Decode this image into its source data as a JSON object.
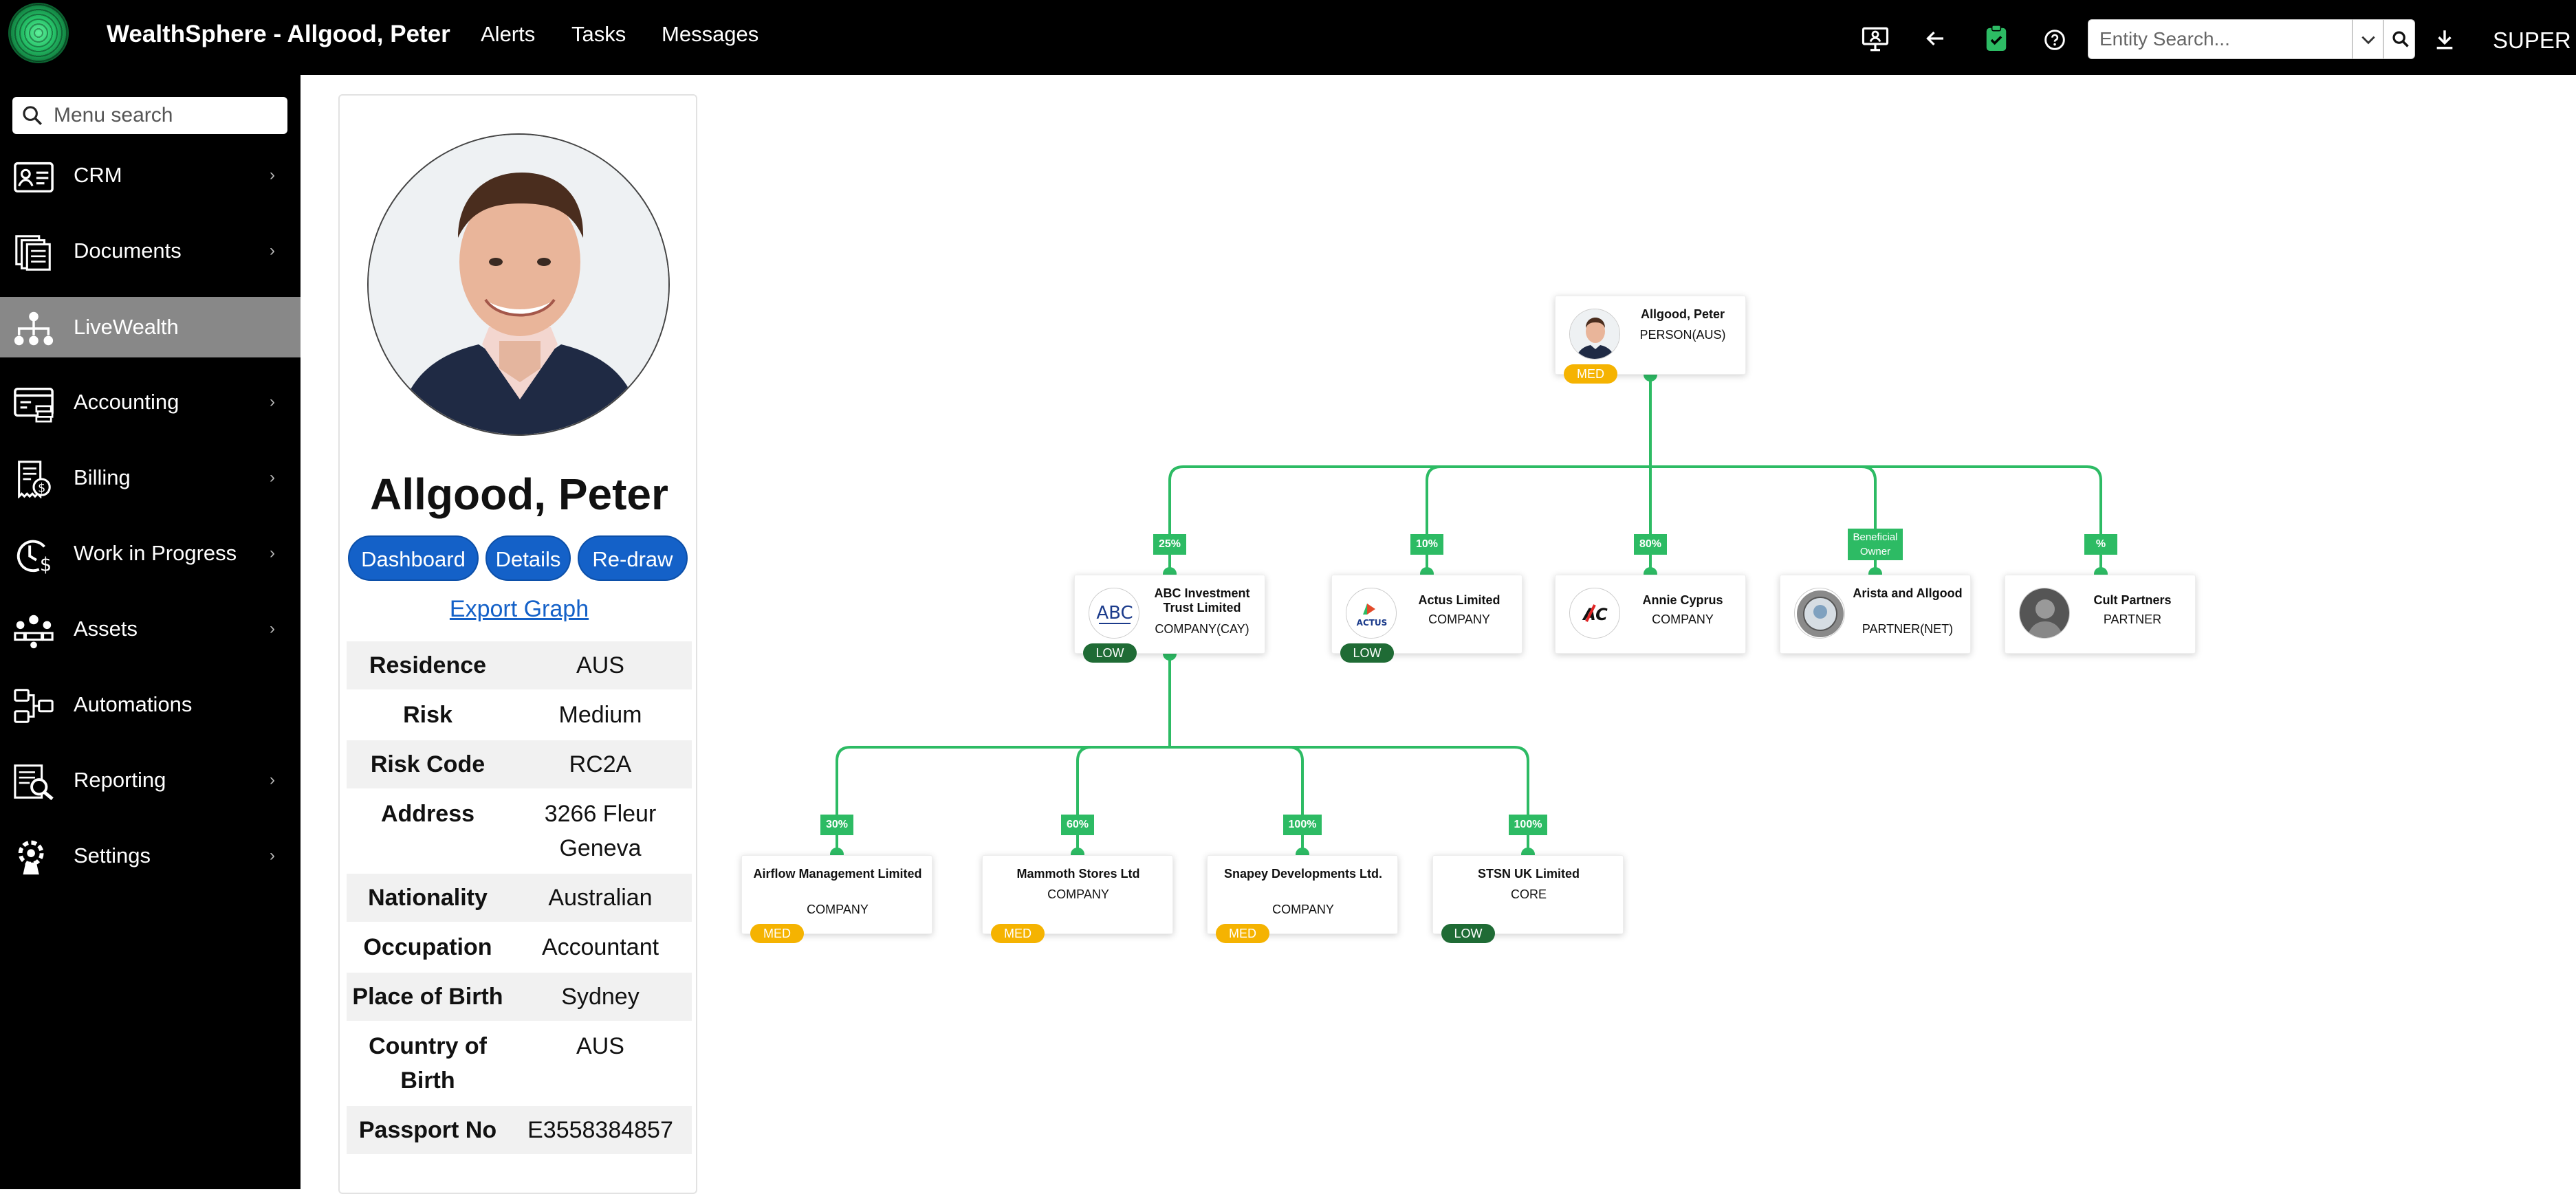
{
  "app": {
    "title": "WealthSphere - Allgood, Peter",
    "user": "SUPER"
  },
  "topnav": {
    "alerts": "Alerts",
    "tasks": "Tasks",
    "messages": "Messages"
  },
  "search": {
    "placeholder": "Entity Search..."
  },
  "sidebar": {
    "search_placeholder": "Menu search",
    "items": [
      {
        "label": "CRM",
        "icon": "crm-icon",
        "chevron": "›"
      },
      {
        "label": "Documents",
        "icon": "documents-icon",
        "chevron": "›"
      },
      {
        "label": "LiveWealth",
        "icon": "org-chart-icon",
        "active": true
      },
      {
        "label": "Accounting",
        "icon": "accounting-icon",
        "chevron": "›"
      },
      {
        "label": "Billing",
        "icon": "billing-icon",
        "chevron": "›"
      },
      {
        "label": "Work in Progress",
        "icon": "clock-dollar-icon",
        "chevron": "›"
      },
      {
        "label": "Assets",
        "icon": "assets-icon",
        "chevron": "›"
      },
      {
        "label": "Automations",
        "icon": "automations-icon"
      },
      {
        "label": "Reporting",
        "icon": "reporting-icon",
        "chevron": "›"
      },
      {
        "label": "Settings",
        "icon": "settings-icon",
        "chevron": "›"
      }
    ]
  },
  "profile": {
    "name": "Allgood, Peter",
    "buttons": {
      "dashboard": "Dashboard",
      "details": "Details",
      "redraw": "Re-draw"
    },
    "export": "Export Graph",
    "fields": [
      {
        "key": "Residence",
        "value": "AUS"
      },
      {
        "key": "Risk",
        "value": "Medium"
      },
      {
        "key": "Risk Code",
        "value": "RC2A"
      },
      {
        "key": "Address",
        "value": "3266 Fleur Geneva"
      },
      {
        "key": "Nationality",
        "value": "Australian"
      },
      {
        "key": "Occupation",
        "value": "Accountant"
      },
      {
        "key": "Place of Birth",
        "value": "Sydney"
      },
      {
        "key": "Country of Birth",
        "value": "AUS"
      },
      {
        "key": "Passport No",
        "value": "E3558384857"
      }
    ]
  },
  "graph": {
    "root": {
      "title": "Allgood, Peter",
      "sub": "PERSON(AUS)",
      "risk": "MED"
    },
    "level1": [
      {
        "title": "ABC Investment Trust Limited",
        "sub": "COMPANY(CAY)",
        "pct": "25%",
        "risk": "LOW"
      },
      {
        "title": "Actus Limited",
        "sub": "COMPANY",
        "pct": "10%",
        "risk": "LOW"
      },
      {
        "title": "Annie Cyprus",
        "sub": "COMPANY",
        "pct": "80%",
        "risk": ""
      },
      {
        "title": "Arista and Allgood",
        "sub": "PARTNER(NET)",
        "pct": "Beneficial Owner",
        "risk": ""
      },
      {
        "title": "Cult Partners",
        "sub": "PARTNER",
        "pct": "%",
        "risk": ""
      }
    ],
    "level2": [
      {
        "title": "Airflow Management Limited",
        "sub": "COMPANY",
        "pct": "30%",
        "risk": "MED"
      },
      {
        "title": "Mammoth Stores Ltd",
        "sub": "COMPANY",
        "pct": "60%",
        "risk": "MED"
      },
      {
        "title": "Snapey Developments Ltd.",
        "sub": "COMPANY",
        "pct": "100%",
        "risk": "MED"
      },
      {
        "title": "STSN UK Limited",
        "sub": "CORE",
        "pct": "100%",
        "risk": "LOW"
      }
    ],
    "logo_text": {
      "abc": "ABC",
      "actus": "ACTUS",
      "ac": "AC"
    }
  },
  "colors": {
    "accent": "#2dbb64",
    "primary": "#1461c8",
    "med": "#f5b301",
    "low": "#1f6b35"
  }
}
